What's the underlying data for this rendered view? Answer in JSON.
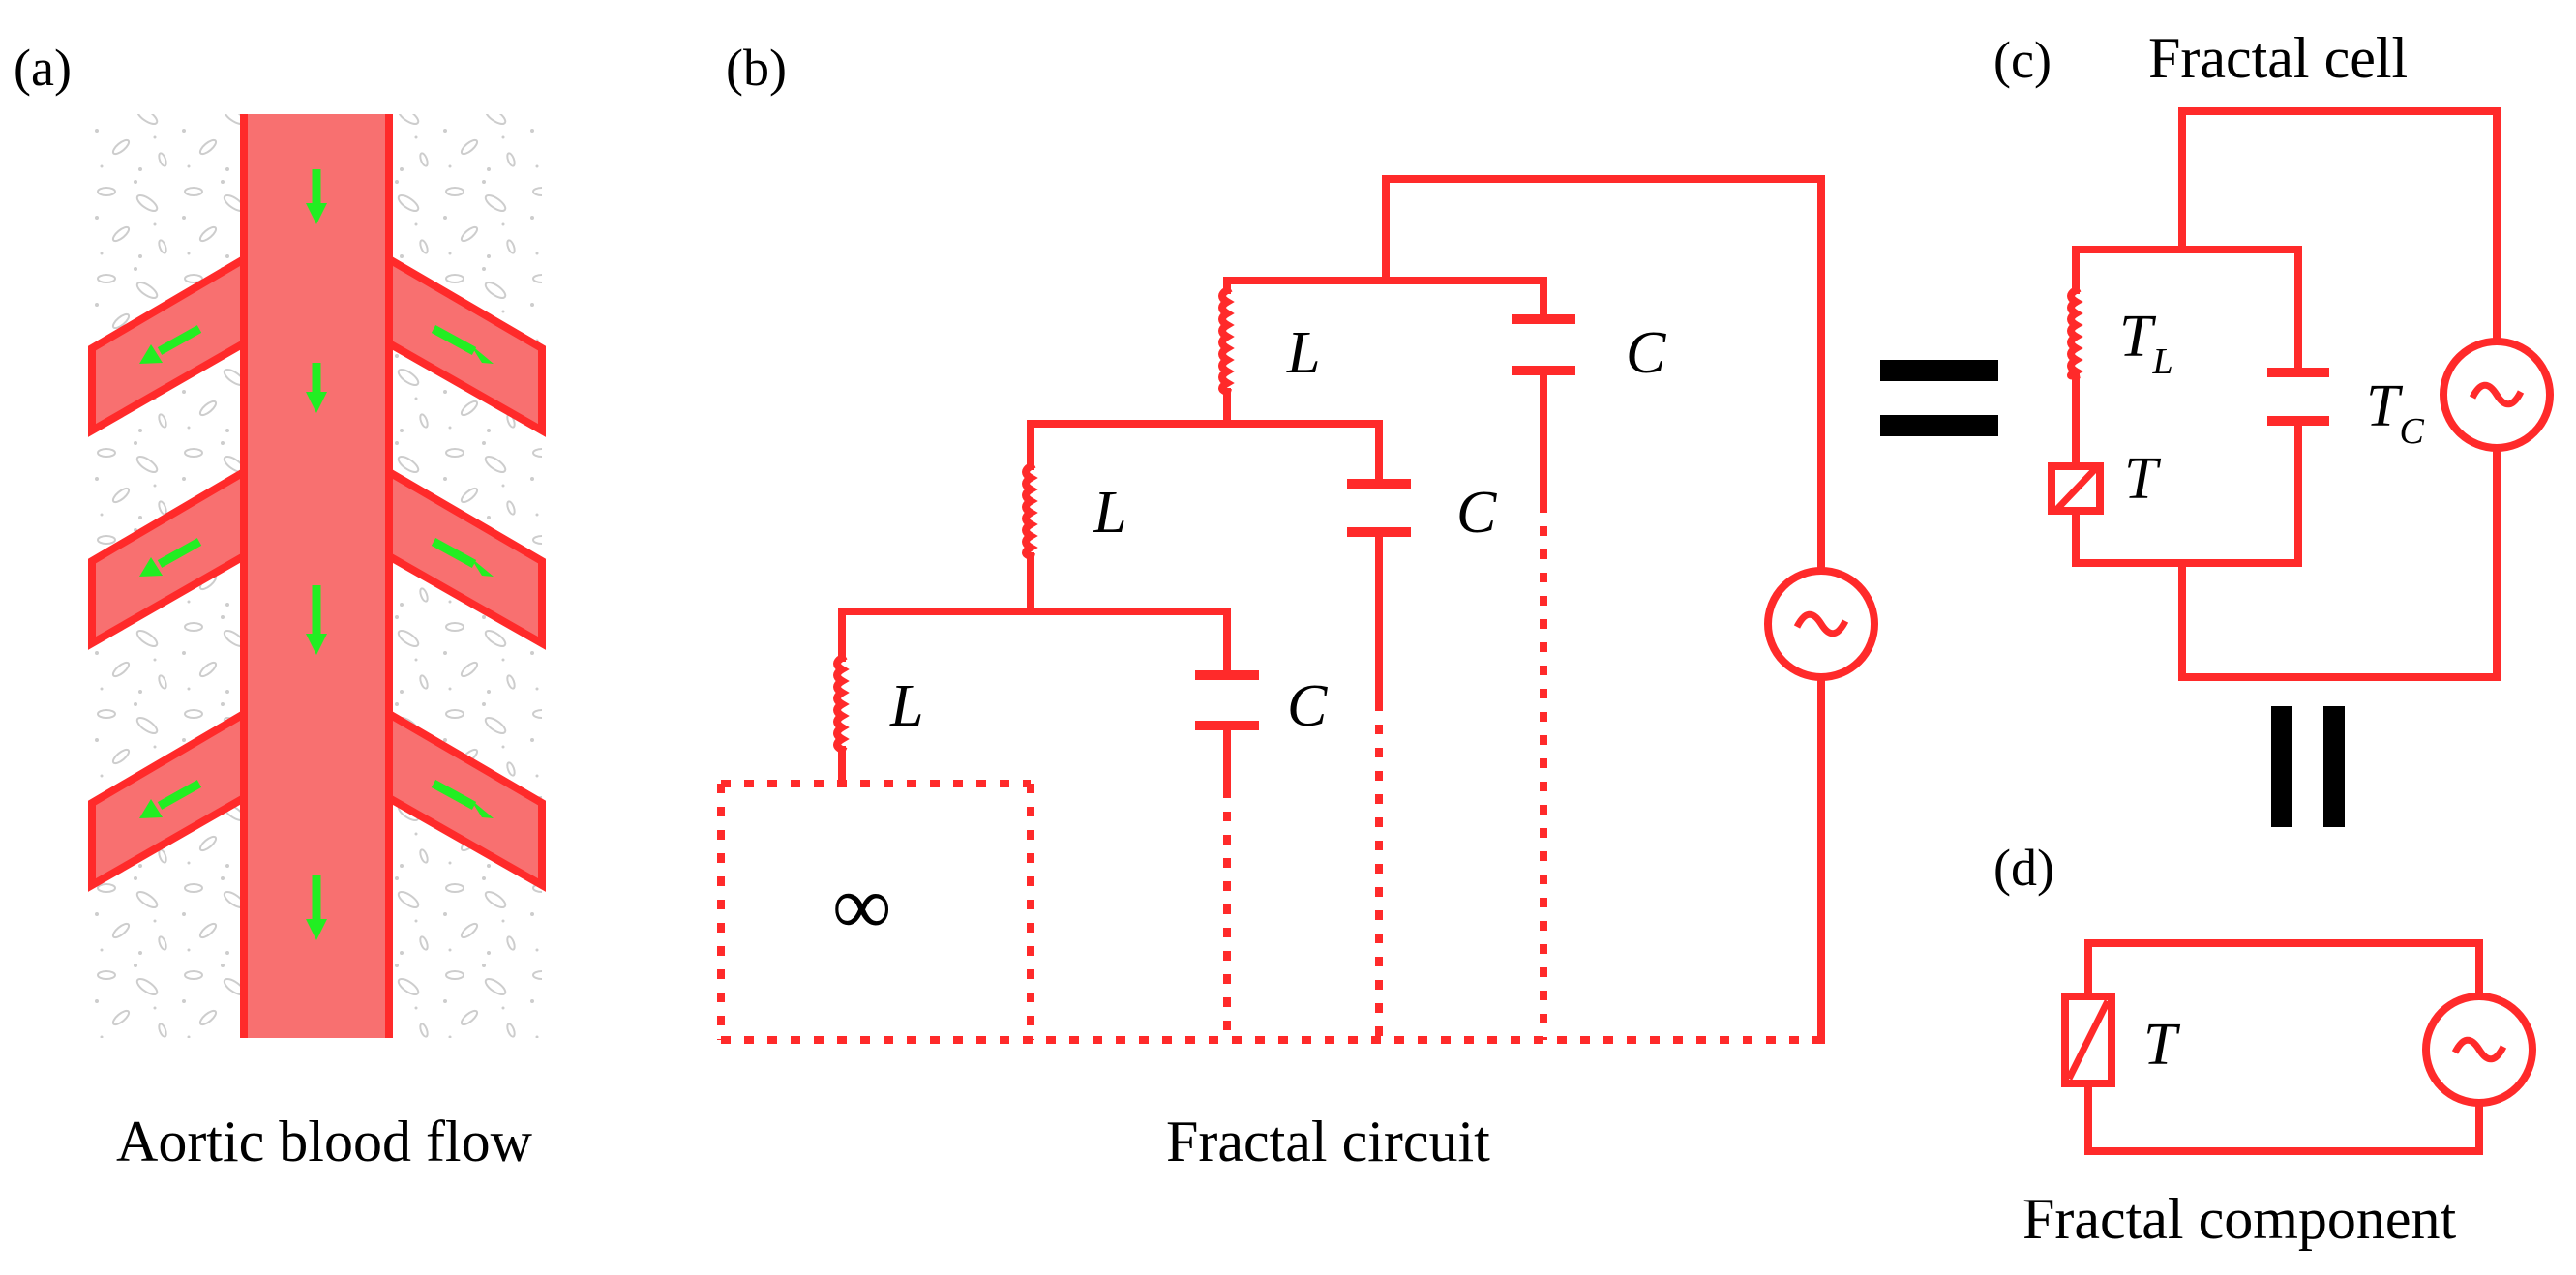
{
  "panels": {
    "a": {
      "label": "(a)",
      "caption": "Aortic blood flow"
    },
    "b": {
      "label": "(b)",
      "caption": "Fractal circuit",
      "inductor_symbol": "L",
      "capacitor_symbol": "C",
      "infinity_symbol": "∞"
    },
    "c": {
      "label": "(c)",
      "title": "Fractal cell",
      "inductor_symbol": "T",
      "inductor_subscript": "L",
      "capacitor_symbol": "T",
      "capacitor_subscript": "C",
      "element_symbol": "T"
    },
    "d": {
      "label": "(d)",
      "caption": "Fractal component",
      "element_symbol": "T"
    }
  },
  "colors": {
    "circuit": "#ff2a2a",
    "vessel_fill": "#f87070",
    "vessel_edge": "#ff2a2a",
    "flow_arrow": "#22ee22",
    "tissue": "#cccccc",
    "text": "#000000"
  }
}
